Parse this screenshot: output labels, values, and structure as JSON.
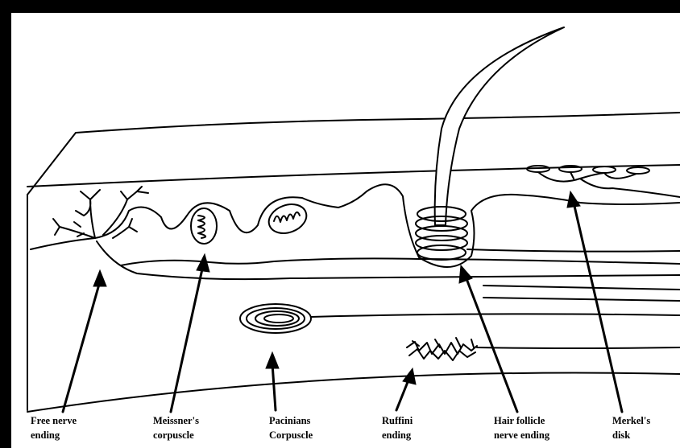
{
  "labels": {
    "free_nerve_ending": [
      "Free nerve",
      "ending"
    ],
    "meissners_corpuscle": [
      "Meissner's",
      "corpuscle"
    ],
    "pacinians_corpuscle": [
      "Pacinians",
      "Corpuscle"
    ],
    "ruffini_ending": [
      "Ruffini",
      "ending"
    ],
    "hair_follicle_nerve_ending": [
      "Hair follicle",
      "nerve ending"
    ],
    "merkels_disk": [
      "Merkel's",
      "disk"
    ]
  },
  "colors": {
    "ink": "#000000",
    "background": "#ffffff"
  }
}
